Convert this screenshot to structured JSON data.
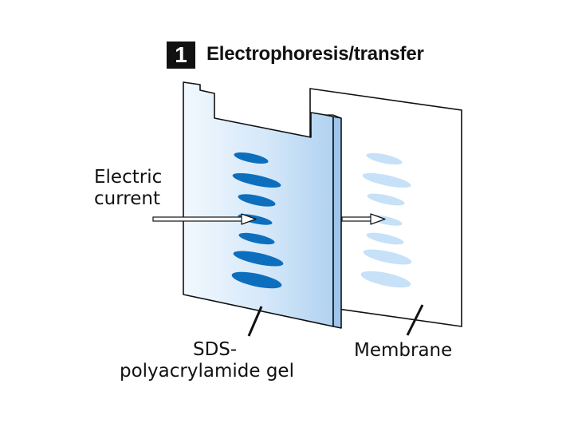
{
  "header": {
    "step_number": "1",
    "title": "Electrophoresis/transfer"
  },
  "labels": {
    "electric_current_line1": "Electric",
    "electric_current_line2": "current",
    "gel_line1": "SDS-",
    "gel_line2": "polyacrylamide gel",
    "membrane": "Membrane"
  },
  "colors": {
    "gel_fill_light": "#eef5fd",
    "gel_fill_dark": "#b3d4f2",
    "gel_band": "#0c6fbe",
    "membrane_band": "#c6e1f8",
    "outline": "#111111"
  },
  "icons": {
    "current_arrow": "right-arrow-icon"
  }
}
